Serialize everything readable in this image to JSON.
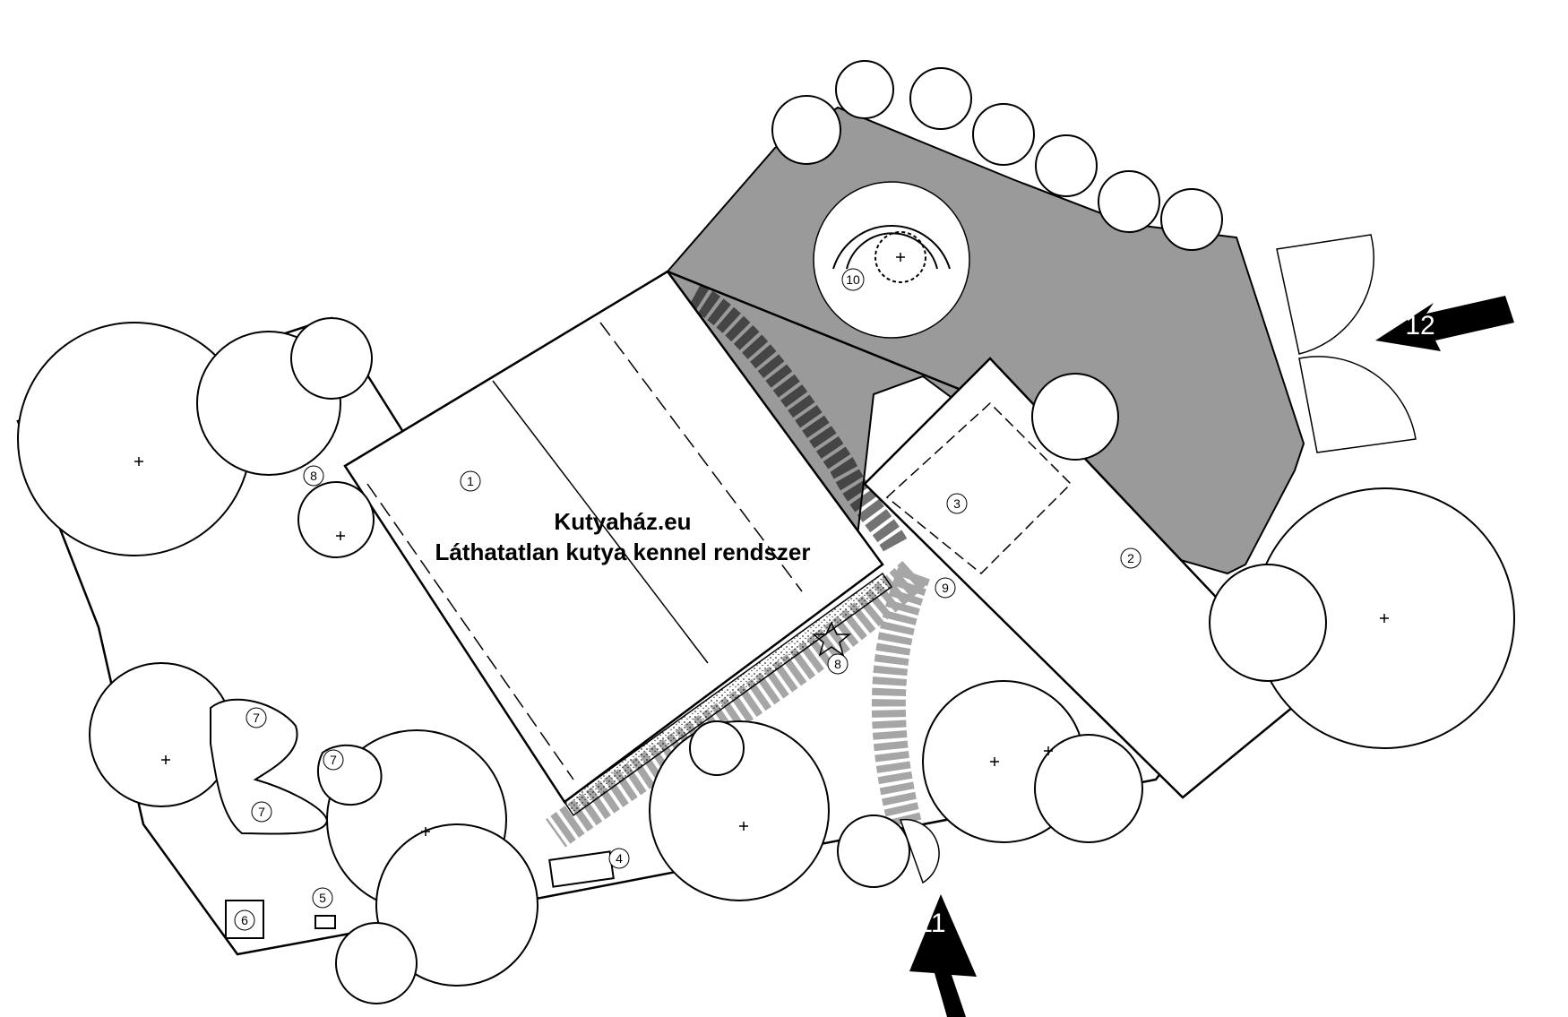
{
  "title": {
    "site": "Kutyaház.eu",
    "subtitle": "Láthatatlan kutya kennel rendszer"
  },
  "markers": [
    "1",
    "2",
    "3",
    "4",
    "5",
    "6",
    "7",
    "7",
    "7",
    "8",
    "8",
    "9",
    "10"
  ],
  "entrances": [
    "11",
    "12"
  ],
  "colors": {
    "shaded_area": "#9a9a9a",
    "line": "#000000",
    "background": "#ffffff",
    "arrow": "#000000"
  }
}
